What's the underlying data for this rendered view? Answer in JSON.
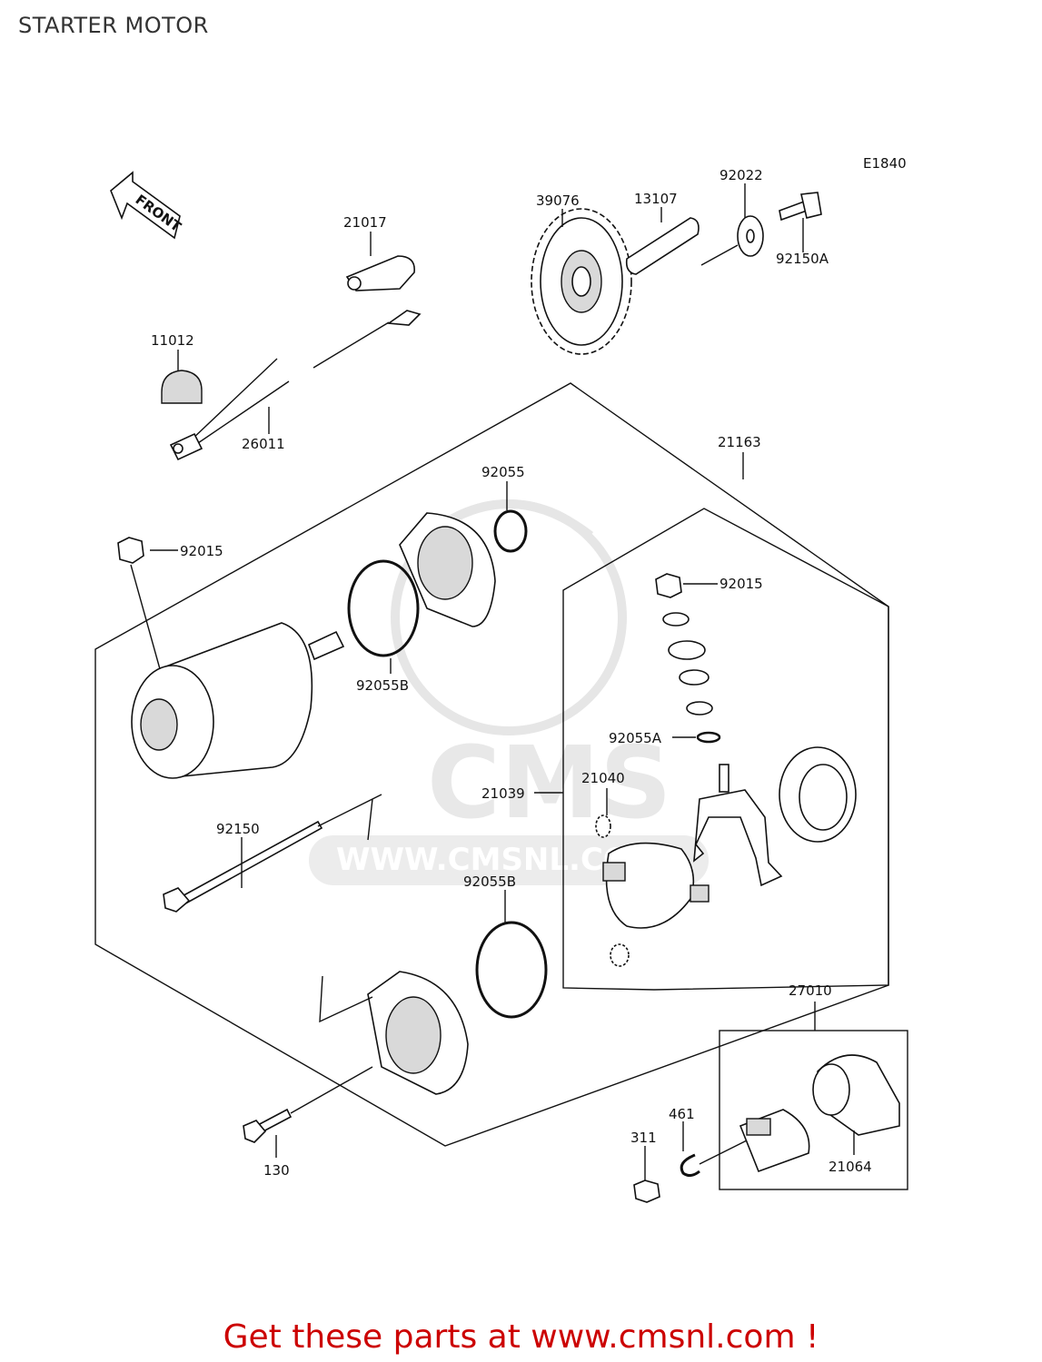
{
  "title": "STARTER MOTOR",
  "figure_code": "E1840",
  "front_label": "FRONT",
  "watermark": {
    "logo_text": "CMS",
    "url_text": "WWW.CMSNL.COM"
  },
  "footer_text": "Get these parts at www.cmsnl.com !",
  "part_labels": {
    "p21017": "21017",
    "p11012": "11012",
    "p26011": "26011",
    "p39076": "39076",
    "p13107": "13107",
    "p92022": "92022",
    "p92150A": "92150A",
    "p21163": "21163",
    "p92055": "92055",
    "p92015_top": "92015",
    "p92015_right": "92015",
    "p92055B_upper": "92055B",
    "p92055A": "92055A",
    "p21039": "21039",
    "p21040": "21040",
    "p92150": "92150",
    "p92055B_lower": "92055B",
    "p27010": "27010",
    "p461": "461",
    "p311": "311",
    "p21064": "21064",
    "p130": "130"
  }
}
